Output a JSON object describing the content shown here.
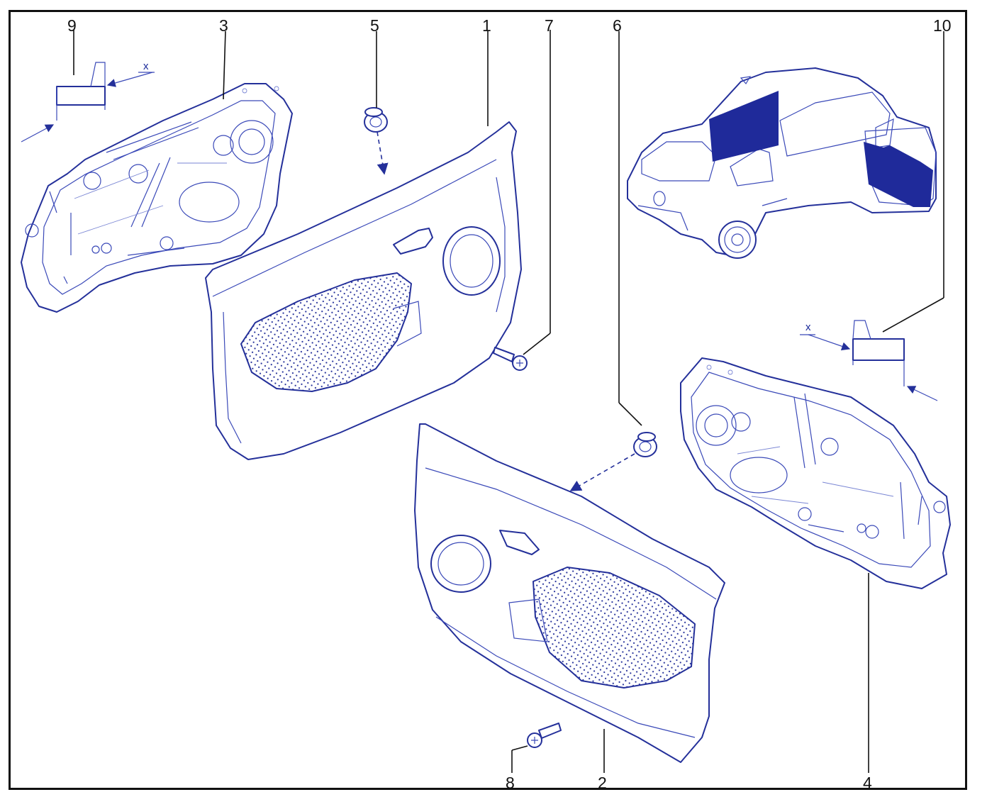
{
  "callouts": [
    "1",
    "2",
    "3",
    "4",
    "5",
    "6",
    "7",
    "8",
    "9",
    "10"
  ],
  "section_marks": {
    "left": "x",
    "right": "x"
  },
  "colors": {
    "line": "#24309a",
    "fill": "#1f2a9a",
    "frame": "#111111",
    "background": "#ffffff"
  }
}
